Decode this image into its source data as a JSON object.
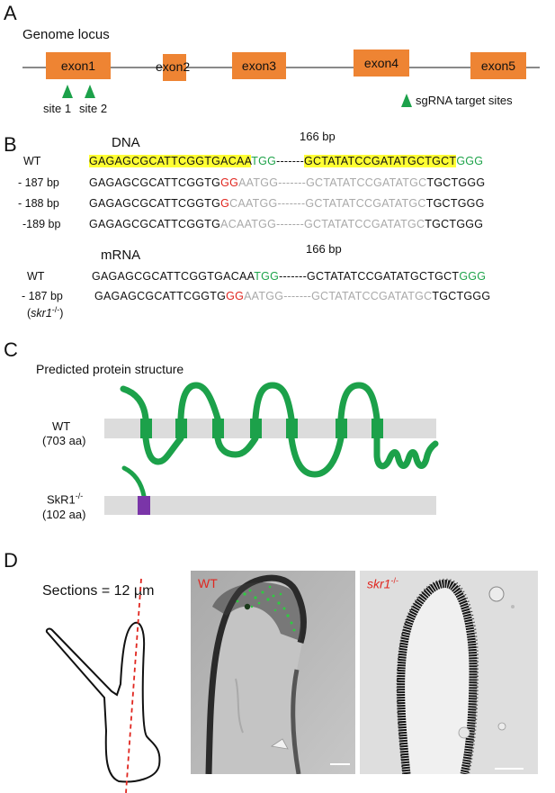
{
  "panelA": {
    "letter": "A",
    "title": "Genome locus",
    "exons": [
      "exon1",
      "exon2",
      "exon3",
      "exon4",
      "exon5"
    ],
    "site1": "site 1",
    "site2": "site 2",
    "legend": "sgRNA target sites",
    "colors": {
      "exon": "#ee8433",
      "sgRNA": "#1ca14a",
      "line": "#8a8a8a"
    }
  },
  "panelB": {
    "letter": "B",
    "dna_title": "DNA",
    "bp_label": "166 bp",
    "dash": "-------",
    "dna": {
      "wt": {
        "label": "WT",
        "s1": "GAGAGCGCATTCGGTGACAA",
        "s2": "TGG",
        "s3": "GCTATATCCGATATGCTGCT",
        "s4": "GGG"
      },
      "m187": {
        "label": "- 187 bp",
        "s1": "GAGAGCGCATTCGGTG",
        "s2": "GG",
        "s3": "AATGG",
        "s4": "GCTATATCCGATATGC",
        "s5": "TGCTGGG"
      },
      "m188": {
        "label": "- 188 bp",
        "s1": "GAGAGCGCATTCGGTG",
        "s2": "G",
        "s3": "CAATGG",
        "s4": "GCTATATCCGATATGC",
        "s5": "TGCTGGG"
      },
      "m189": {
        "label": "-189 bp",
        "s1": "GAGAGCGCATTCGGTG",
        "s3": "ACAATGG",
        "s4": "GCTATATCCGATATGC",
        "s5": "TGCTGGG"
      }
    },
    "mrna_title": "mRNA",
    "mrna_bp_label": "166 bp",
    "mrna": {
      "wt": {
        "label": "WT",
        "s1": "GAGAGCGCATTCGGTGACAA",
        "s2": "TGG",
        "s3": "GCTATATCCGATATGCTGCT",
        "s4": "GGG"
      },
      "m187": {
        "label": "- 187 bp",
        "sublabel_pre": "(",
        "sublabel_gene": "skr1",
        "sublabel_sup": "-/-",
        "sublabel_post": ")",
        "s1": "GAGAGCGCATTCGGTG",
        "s2": "GG",
        "s3": "AATGG",
        "s4": "GCTATATCCGATATGC",
        "s5": "TGCTGGG"
      }
    },
    "colors": {
      "highlight": "#ffff33",
      "pam": "#1ea34a",
      "insert": "#e0261f",
      "deleted": "#a9a9a9"
    }
  },
  "panelC": {
    "letter": "C",
    "title": "Predicted protein structure",
    "wt_label": "WT",
    "wt_aa": "(703 aa)",
    "mut_label_pre": "SkR1",
    "mut_label_sup": "-/-",
    "mut_aa": "(102 aa)",
    "colors": {
      "membrane": "#dcdcdc",
      "protein": "#1ca14a",
      "truncated": "#7a35a8"
    }
  },
  "panelD": {
    "letter": "D",
    "sections_label": "Sections = 12 µm",
    "wt_label": "WT",
    "mut_gene": "skr1",
    "mut_sup": "-/-",
    "colors": {
      "label": "#e0261f",
      "cut_line": "#e0261f"
    }
  }
}
